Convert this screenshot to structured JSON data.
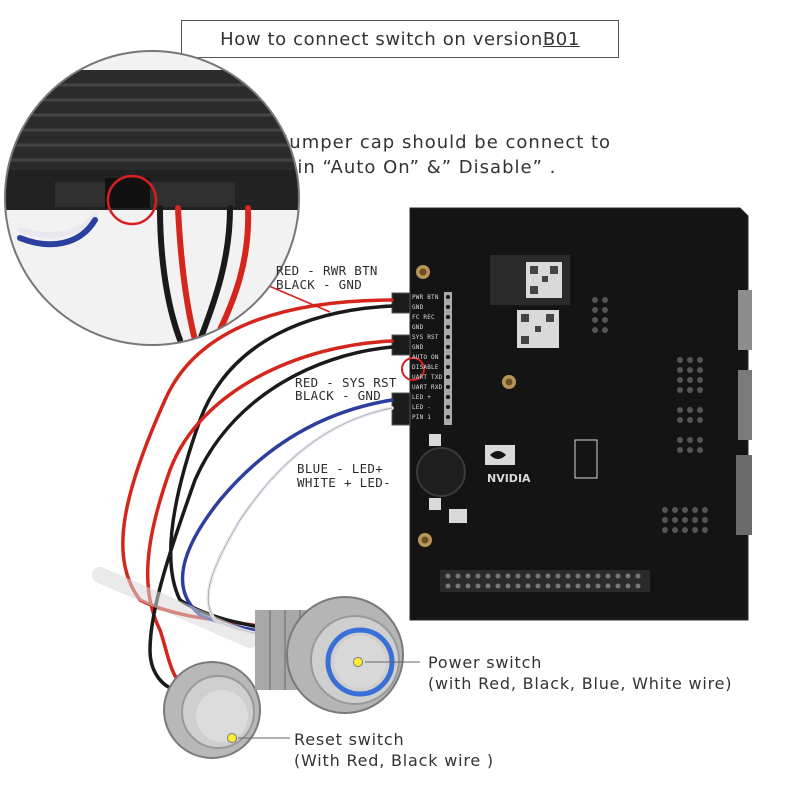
{
  "title": {
    "text": "How to connect switch on version ",
    "version": "B01"
  },
  "jumper_note": {
    "line1": "Jumper cap should be connect to",
    "line2": "pin “Auto On” &” Disable” ."
  },
  "wire_labels": {
    "power_red": "RED - RWR BTN",
    "power_black": "BLACK - GND",
    "reset_red": "RED - SYS RST",
    "reset_black": "BLACK - GND",
    "led_blue": "BLUE - LED+",
    "led_white": "WHITE + LED-"
  },
  "header_pins": [
    "PWR BTN",
    "GND",
    "FC REC",
    "GND",
    "SYS RST",
    "GND",
    "AUTO ON",
    "DISABLE",
    "UART TXD",
    "UART RXD",
    "LED +",
    "LED -",
    "PIN 1"
  ],
  "switches": {
    "power": {
      "name": "Power switch",
      "detail": "(with Red, Black, Blue, White wire)"
    },
    "reset": {
      "name": "Reset switch",
      "detail": "(With Red, Black wire )"
    }
  },
  "colors": {
    "wire_red": "#d4261c",
    "wire_black": "#1a1a1a",
    "wire_blue": "#2c3f9e",
    "wire_white": "#e8e8ee",
    "board": "#141414",
    "highlight": "#d81e1e",
    "led_ring": "#3a6fd8"
  }
}
